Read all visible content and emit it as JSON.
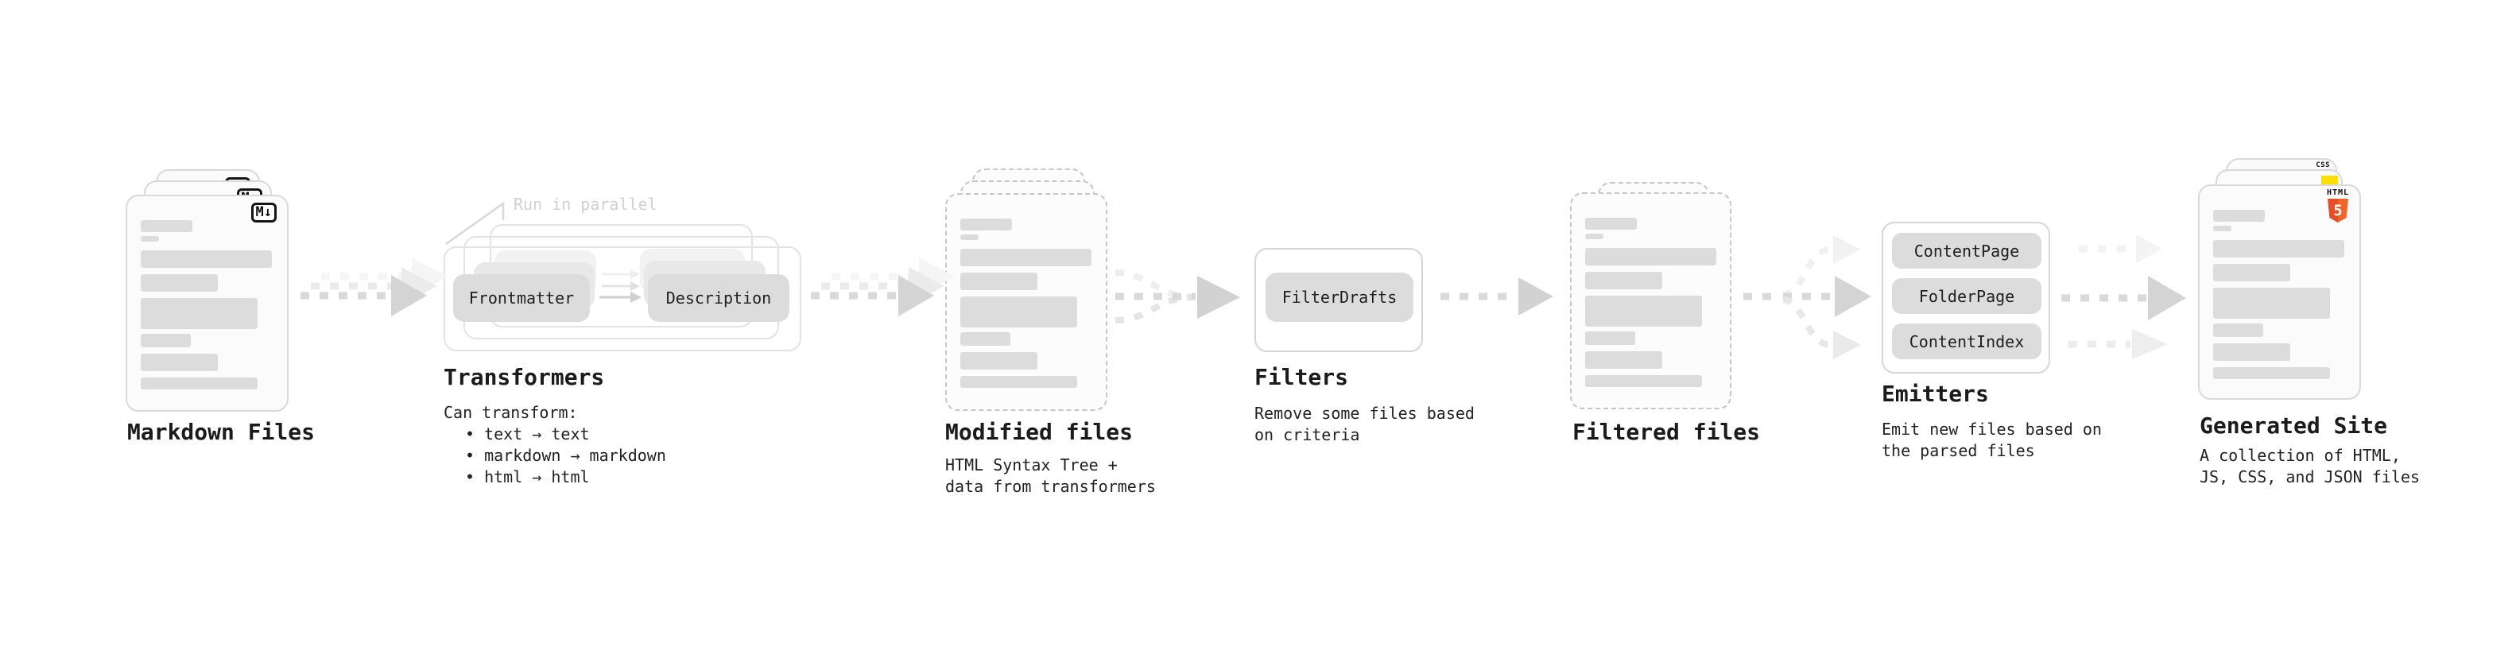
{
  "diagram": {
    "markdown_files": {
      "label": "Markdown Files",
      "icon_text": "M↓"
    },
    "transformers": {
      "annotation": "Run in parallel",
      "steps": [
        "Frontmatter",
        "Description"
      ],
      "heading": "Transformers",
      "description_title": "Can transform:",
      "bullets": [
        "• text → text",
        "• markdown → markdown",
        "• html → html"
      ]
    },
    "modified_files": {
      "label": "Modified files",
      "description": [
        "HTML Syntax Tree +",
        "data from transformers"
      ]
    },
    "filters": {
      "heading": "Filters",
      "steps": [
        "FilterDrafts"
      ],
      "description": [
        "Remove some files based",
        "on criteria"
      ]
    },
    "filtered_files": {
      "label": "Filtered files"
    },
    "emitters": {
      "heading": "Emitters",
      "steps": [
        "ContentPage",
        "FolderPage",
        "ContentIndex"
      ],
      "description": [
        "Emit new files based on",
        "the parsed files"
      ]
    },
    "generated_site": {
      "label": "Generated Site",
      "description": [
        "A collection of HTML,",
        "JS, CSS, and JSON files"
      ],
      "icons": {
        "html5_label": "HTML",
        "html5_number": "5",
        "css_label": "CSS"
      }
    },
    "colors": {
      "html5_orange": "#e44d26",
      "html5_orange_light": "#f16529",
      "js_yellow": "#ffdf00",
      "css_blue": "#2760e6",
      "bar_gray": "#dcdcdc",
      "arrow_gray": "#d9d9d9"
    }
  }
}
